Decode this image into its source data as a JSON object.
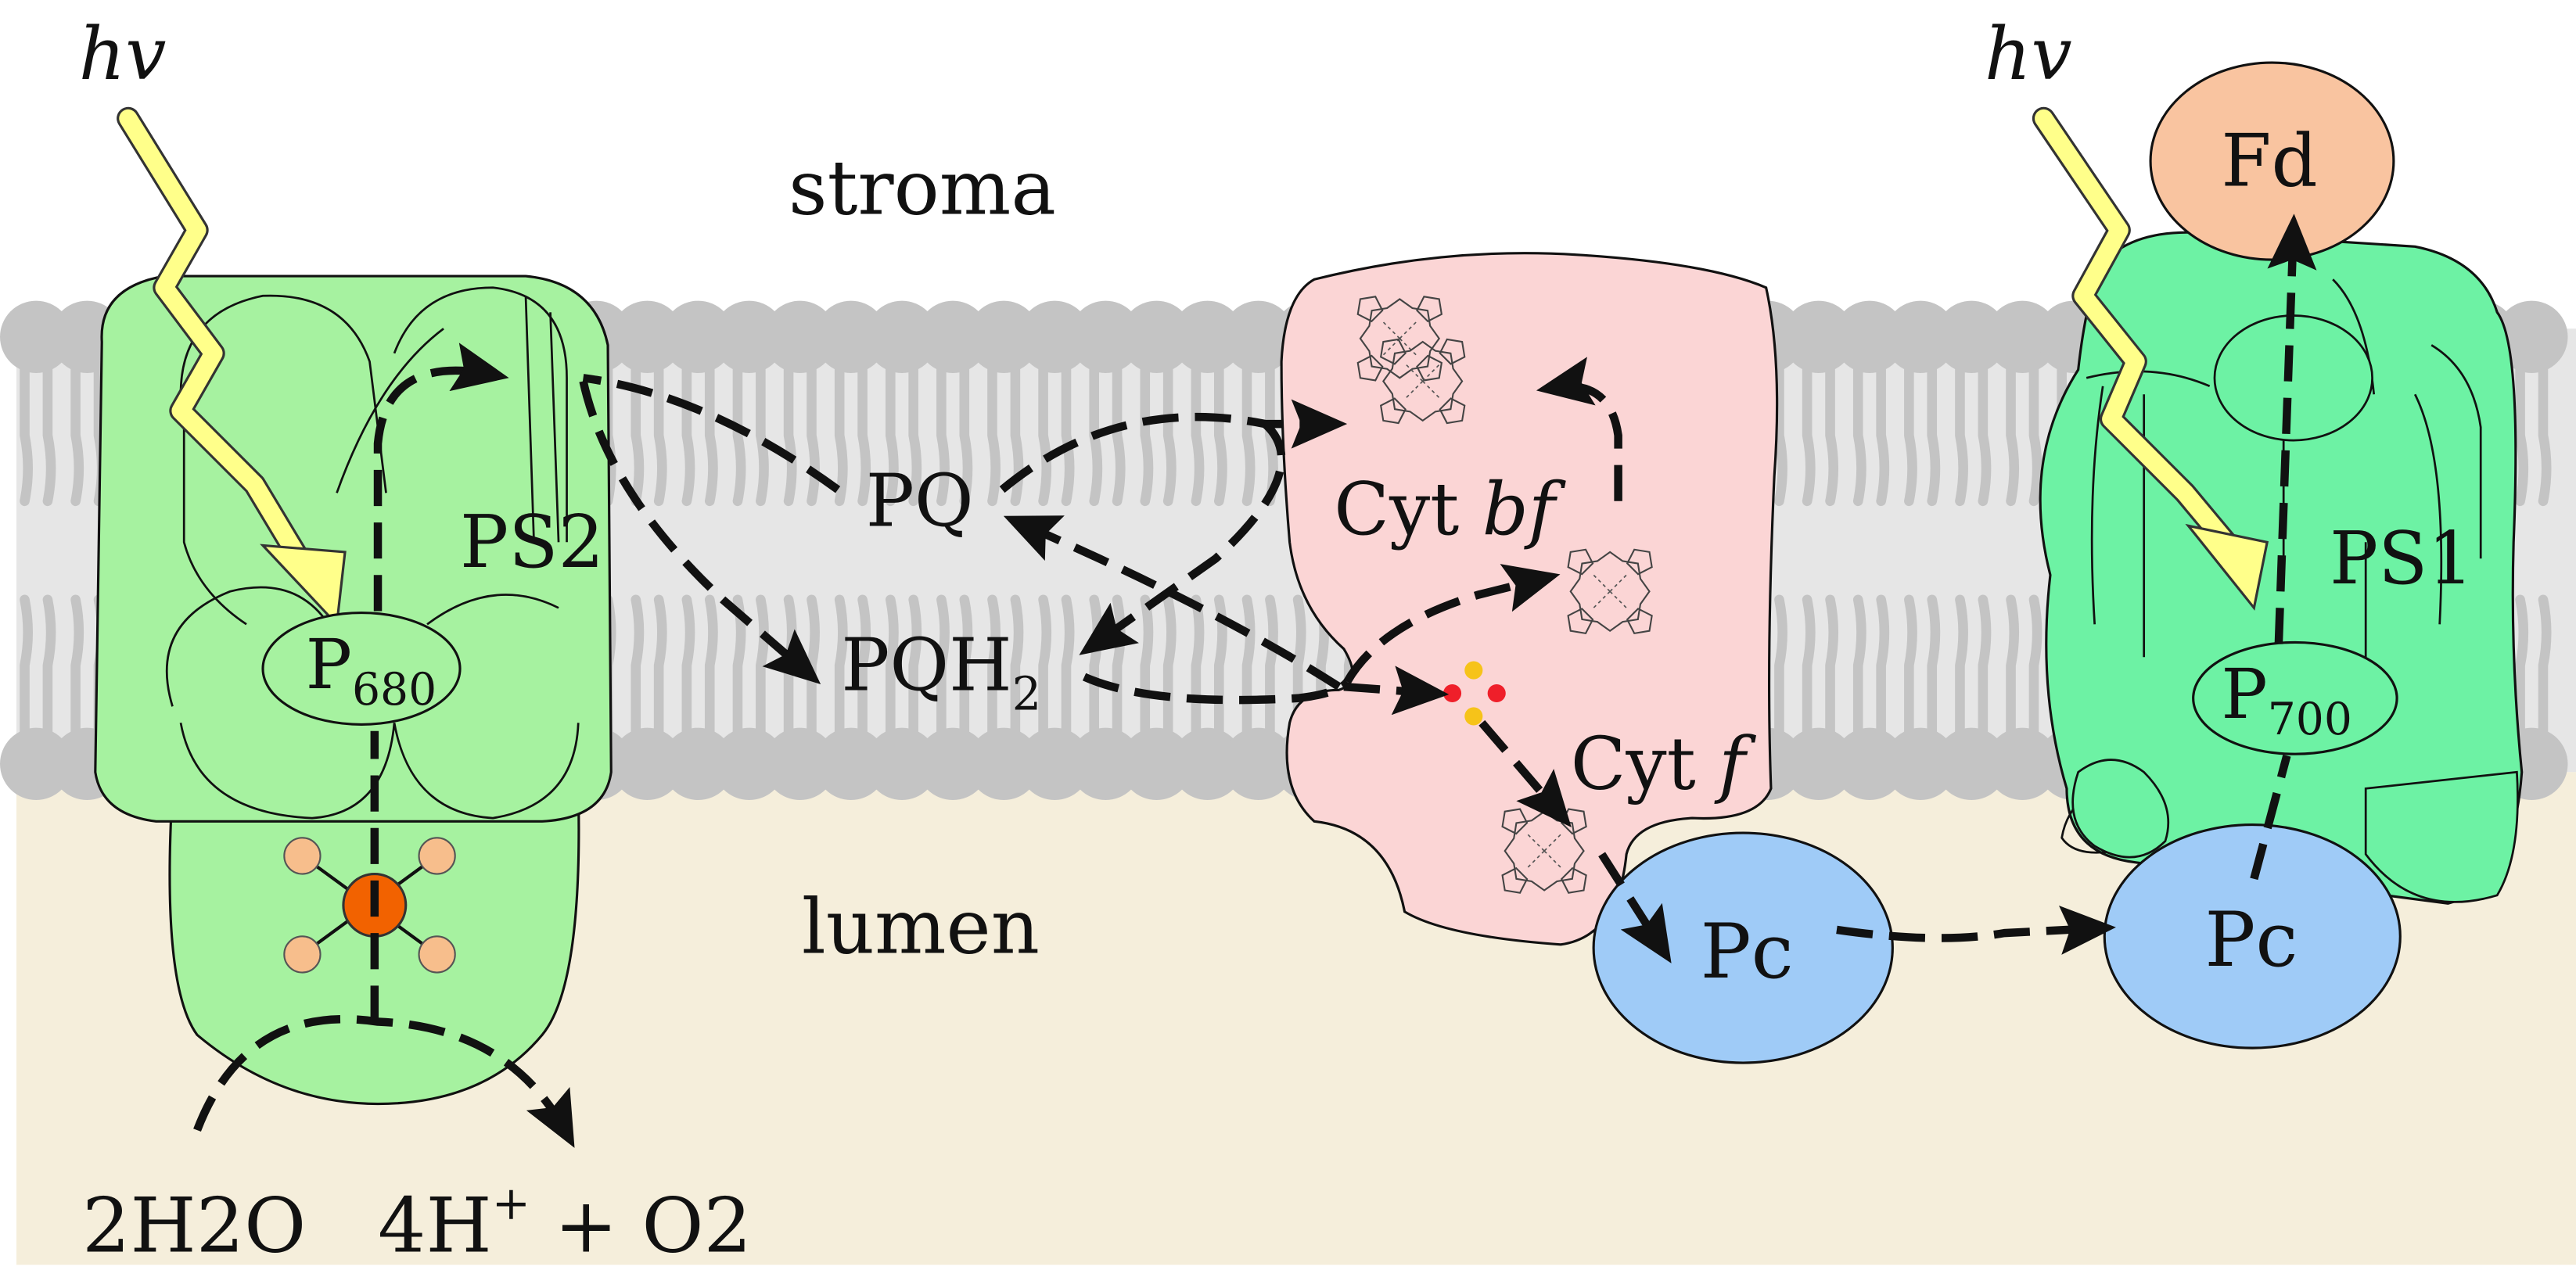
{
  "colors": {
    "lumen": "#f5eedb",
    "membrane_band": "#e6e6e6",
    "lipid": "#c4c4c4",
    "ps2": "#a6f2a0",
    "ps1": "#6df2a4",
    "cyt_bf": "#fbd5d5",
    "pc": "#9fcbf7",
    "fd": "#f9c4a0",
    "photon": "#ffff8a",
    "mn_center": "#f26200",
    "mn_ligand": "#f7be8c",
    "fes_red": "#ef1f2a",
    "fes_yellow": "#f6c319"
  },
  "regions": {
    "stroma": "stroma",
    "lumen": "lumen"
  },
  "photons": {
    "left": "hv",
    "right": "hv"
  },
  "ps2": {
    "label": "PS2",
    "reaction_center": {
      "main": "P",
      "sub": "680"
    }
  },
  "ps1": {
    "label": "PS1",
    "reaction_center": {
      "main": "P",
      "sub": "700"
    }
  },
  "quinones": {
    "pq": "PQ",
    "pqh2": {
      "main": "PQH",
      "sub": "2"
    }
  },
  "cyt_bf": {
    "main": "Cyt ",
    "ital": "bf"
  },
  "cyt_f": {
    "main": "Cyt ",
    "ital": "f"
  },
  "pc": {
    "left": "Pc",
    "right": "Pc"
  },
  "fd": "Fd",
  "water": {
    "reactant": {
      "a": "2H",
      "sub": "2",
      "b": "O"
    },
    "product": {
      "a": "4H",
      "sup": "+",
      "b": " + O",
      "sub": "2"
    }
  }
}
